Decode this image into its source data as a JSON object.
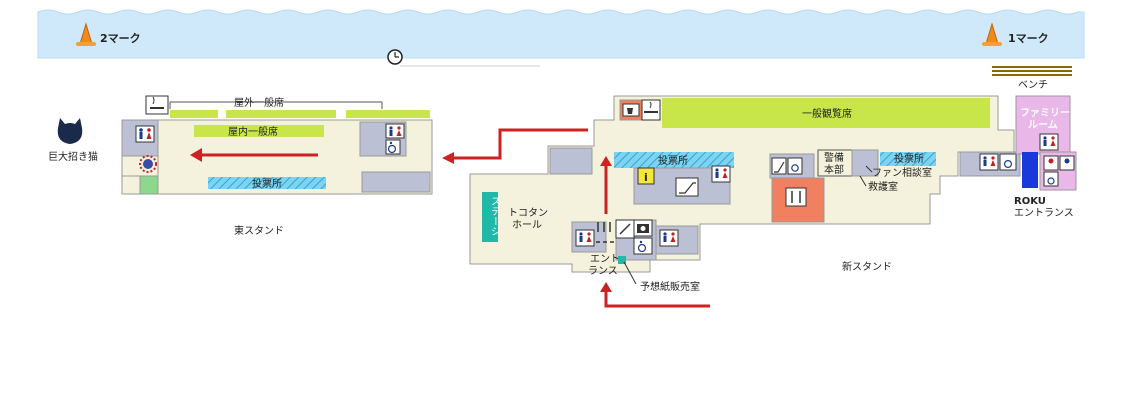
{
  "marks": {
    "left": "2マーク",
    "right": "1マーク"
  },
  "bench": "ベンチ",
  "east": {
    "outdoor_seats": "屋外一般席",
    "indoor_seats": "屋内一般席",
    "betting": "投票所",
    "stand_name": "東スタンド"
  },
  "cat": "巨大招き猫",
  "new": {
    "general_seats": "一般観覧席",
    "family_room": [
      "ファミリー",
      "ルーム"
    ],
    "betting_center": "投票所",
    "betting_right": "投票所",
    "security": [
      "警備",
      "本部"
    ],
    "fan_consult": "ファン相談室",
    "first_aid": "救護室",
    "stage": "ステージ",
    "tokotan": [
      "トコタン",
      "ホール"
    ],
    "entrance": [
      "エント",
      "ランス"
    ],
    "newspaper": "予想紙販売室",
    "roku": [
      "ROKU",
      "エントランス"
    ],
    "stand_name": "新スタンド",
    "info": "i"
  },
  "colors": {
    "water": "#cfe9fb",
    "accent_green": "#c8e64a",
    "stand": "#f4f2dc",
    "room": "#bcc0d4",
    "betting": "#4fc0e8",
    "arrow": "#cc2222",
    "family": "#eab8e8",
    "restaurant": "#f08060",
    "stage": "#22b8a8"
  }
}
